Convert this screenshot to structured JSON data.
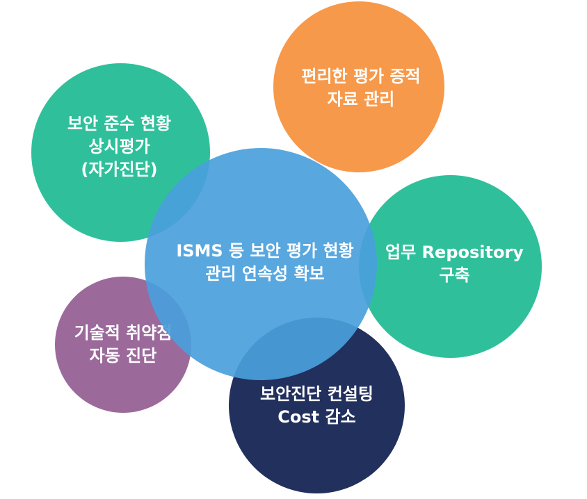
{
  "diagram": {
    "center": {
      "lines": [
        "ISMS 등 보안 평가 현황",
        "관리 연속성 확보"
      ],
      "color": "#4a9fdc"
    },
    "nodes": {
      "compliance": {
        "lines": [
          "보안 준수 현황",
          "상시평가",
          "(자가진단)"
        ],
        "color": "#2fc09b"
      },
      "evidence": {
        "lines": [
          "편리한 평가 증적",
          "자료 관리"
        ],
        "color": "#f7994a"
      },
      "repository": {
        "lines": [
          "업무 Repository",
          "구축"
        ],
        "color": "#2fc09b"
      },
      "vulnerability": {
        "lines": [
          "기술적 취약점",
          "자동 진단"
        ],
        "color": "#9b6a9b"
      },
      "consulting": {
        "lines": [
          "보안진단 컨설팅",
          "Cost 감소"
        ],
        "color": "#22305e"
      }
    }
  }
}
